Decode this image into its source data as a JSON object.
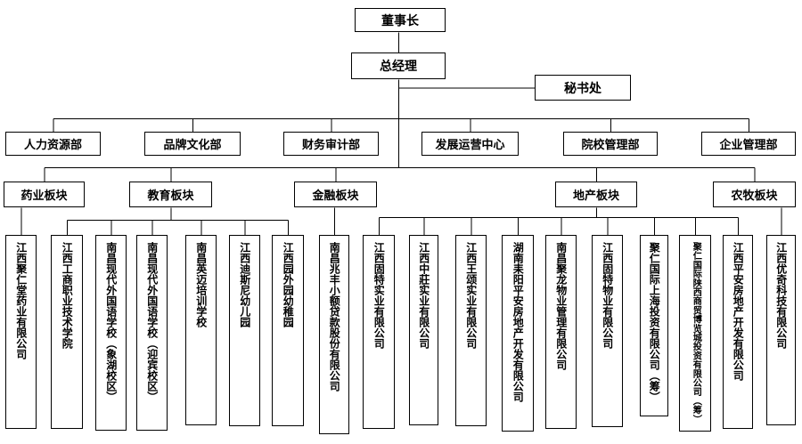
{
  "org_chart": {
    "chairman": "董事长",
    "general_manager": "总经理",
    "secretariat": "秘书处",
    "departments": [
      "人力资源部",
      "品牌文化部",
      "财务审计部",
      "发展运营中心",
      "院校管理部",
      "企业管理部"
    ],
    "segments": [
      {
        "label": "药业板块",
        "children": [
          "江西聚仁堂药业有限公司"
        ]
      },
      {
        "label": "教育板块",
        "children": [
          "江西工商职业技术学院",
          "南昌现代外国语学校（象湖校区）",
          "南昌现代外国语学校（迎宾校区）",
          "南昌英迈培训学校",
          "江西迪斯尼幼儿园",
          "江西园外园幼稚园"
        ]
      },
      {
        "label": "金融板块",
        "children": [
          "南昌兆丰小额贷款股份有限公司"
        ]
      },
      {
        "label": "地产板块",
        "children": [
          "江西固特实业有限公司",
          "江西中莊实业有限公司",
          "江西王颂实业有限公司",
          "湖南耒阳平安房地产开发有限公司",
          "南昌聚龙物业管理有限公司",
          "江西固特物业有限公司",
          "聚仁国际上海投资有限公司（筹）",
          "聚仁国际陕西商贸博览城投资有限公司（筹）",
          "江西平安房地产开发有限公司"
        ]
      },
      {
        "label": "农牧板块",
        "children": [
          "江西优奇科技有限公司"
        ]
      }
    ],
    "colors": {
      "line": "#000000",
      "box_border": "#000000",
      "background": "#ffffff",
      "text": "#000000"
    }
  }
}
